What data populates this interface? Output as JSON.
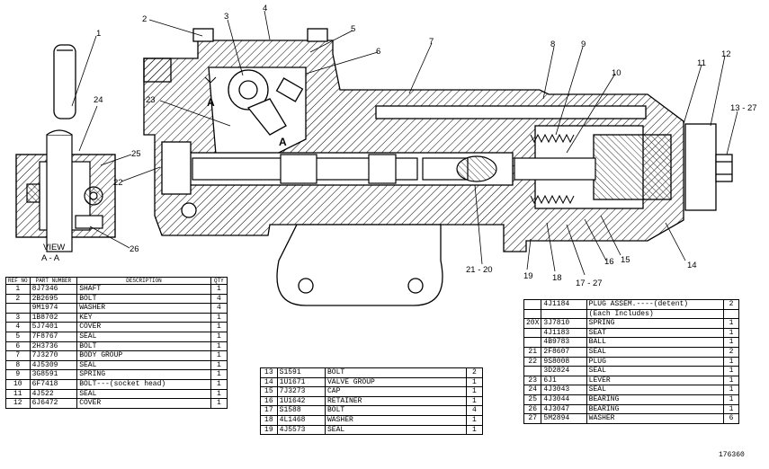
{
  "callouts": [
    "1",
    "2",
    "3",
    "4",
    "5",
    "6",
    "7",
    "8",
    "9",
    "10",
    "11",
    "12",
    "13 - 27",
    "14",
    "15",
    "16",
    "17 - 27",
    "18",
    "19",
    "21 - 20",
    "22",
    "23",
    "24",
    "25",
    "26"
  ],
  "section_marks": {
    "a_upper": "A",
    "a_lower": "A"
  },
  "view_label": {
    "line1": "VIEW",
    "line2": "A - A"
  },
  "figure_number": "176360",
  "table_headers": {
    "ref_no": "REF NO",
    "part_number": "PART NUMBER",
    "description": "DESCRIPTION",
    "qty": "QTY"
  },
  "parts_table_1": [
    {
      "ref": "1",
      "part": "8J7346",
      "desc": "SHAFT",
      "qty": "1"
    },
    {
      "ref": "2",
      "part": "2B2695",
      "desc": "BOLT",
      "qty": "4"
    },
    {
      "ref": "",
      "part": "9M1974",
      "desc": "WASHER",
      "qty": "4"
    },
    {
      "ref": "3",
      "part": "1B8702",
      "desc": "KEY",
      "qty": "1"
    },
    {
      "ref": "4",
      "part": "5J7401",
      "desc": "COVER",
      "qty": "1"
    },
    {
      "ref": "5",
      "part": "7F8767",
      "desc": "SEAL",
      "qty": "1"
    },
    {
      "ref": "6",
      "part": "2H3736",
      "desc": "BOLT",
      "qty": "1"
    },
    {
      "ref": "7",
      "part": "7J3270",
      "desc": "BODY GROUP",
      "qty": "1"
    },
    {
      "ref": "8",
      "part": "4J5309",
      "desc": "SEAL",
      "qty": "1"
    },
    {
      "ref": "9",
      "part": "3G8591",
      "desc": "SPRING",
      "qty": "1"
    },
    {
      "ref": "10",
      "part": "6F7418",
      "desc": "BOLT---(socket head)",
      "qty": "1"
    },
    {
      "ref": "11",
      "part": "4J522",
      "desc": "SEAL",
      "qty": "1"
    },
    {
      "ref": "12",
      "part": "6J6472",
      "desc": "COVER",
      "qty": "1"
    }
  ],
  "parts_table_2": [
    {
      "ref": "13",
      "part": "S1591",
      "desc": "BOLT",
      "qty": "2"
    },
    {
      "ref": "14",
      "part": "1U1671",
      "desc": "VALVE GROUP",
      "qty": "1"
    },
    {
      "ref": "15",
      "part": "7J3273",
      "desc": "CAP",
      "qty": "1"
    },
    {
      "ref": "16",
      "part": "1U1642",
      "desc": "RETAINER",
      "qty": "1"
    },
    {
      "ref": "17",
      "part": "S1588",
      "desc": "BOLT",
      "qty": "4"
    },
    {
      "ref": "18",
      "part": "4L1468",
      "desc": "WASHER",
      "qty": "1"
    },
    {
      "ref": "19",
      "part": "4J5573",
      "desc": "SEAL",
      "qty": "1"
    }
  ],
  "parts_table_3": [
    {
      "ref": "",
      "part": "4J1184",
      "desc": "PLUG ASSEM.----(detent)",
      "qty": "2"
    },
    {
      "ref": "",
      "part": "",
      "desc": "(Each Includes)",
      "qty": ""
    },
    {
      "ref": "20X",
      "part": "3J7810",
      "desc": "SPRING",
      "qty": "1"
    },
    {
      "ref": "",
      "part": "4J1183",
      "desc": "SEAT",
      "qty": "1"
    },
    {
      "ref": "",
      "part": "4B9783",
      "desc": "BALL",
      "qty": "1"
    },
    {
      "ref": "21",
      "part": "2F8607",
      "desc": "SEAL",
      "qty": "2"
    },
    {
      "ref": "22",
      "part": "9S8008",
      "desc": "PLUG",
      "qty": "1"
    },
    {
      "ref": "",
      "part": "3D2824",
      "desc": "SEAL",
      "qty": "1"
    },
    {
      "ref": "23",
      "part": "6J1",
      "desc": "LEVER",
      "qty": "1"
    },
    {
      "ref": "24",
      "part": "4J3043",
      "desc": "SEAL",
      "qty": "1"
    },
    {
      "ref": "25",
      "part": "4J3044",
      "desc": "BEARING",
      "qty": "1"
    },
    {
      "ref": "26",
      "part": "4J3047",
      "desc": "BEARING",
      "qty": "1"
    },
    {
      "ref": "27",
      "part": "5M2894",
      "desc": "WASHER",
      "qty": "6"
    }
  ]
}
